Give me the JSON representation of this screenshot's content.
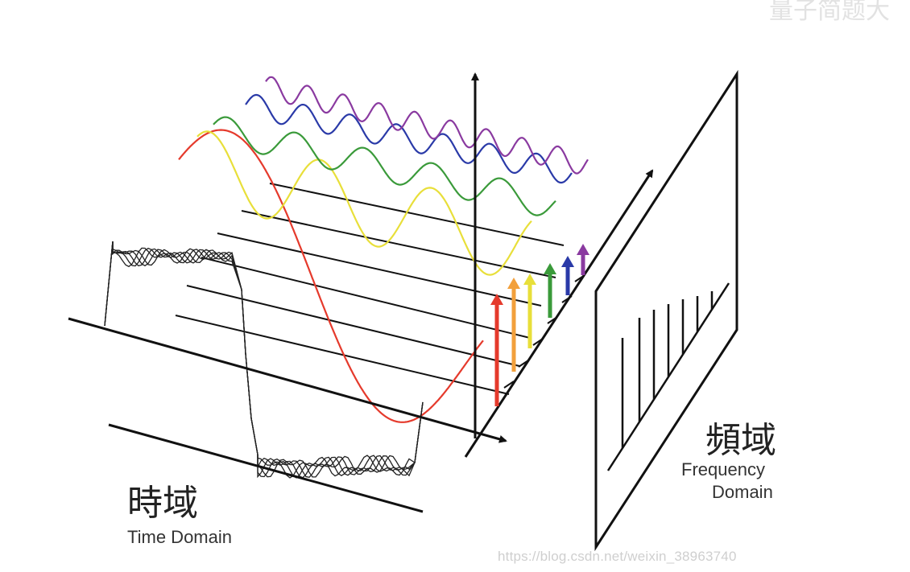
{
  "labels": {
    "time_cjk": "時域",
    "time_en": "Time Domain",
    "freq_cjk": "頻域",
    "freq_en_1": "Frequency",
    "freq_en_2": "Domain"
  },
  "watermark": "https://blog.csdn.net/weixin_38963740",
  "corner_watermark": "量子简题大",
  "colors": {
    "red": "#e53a2c",
    "orange": "#f2a03c",
    "yellow": "#e8df3a",
    "green": "#3a9a3a",
    "blue": "#2a3aa8",
    "purple": "#8a3aa0",
    "ink": "#111111"
  }
}
